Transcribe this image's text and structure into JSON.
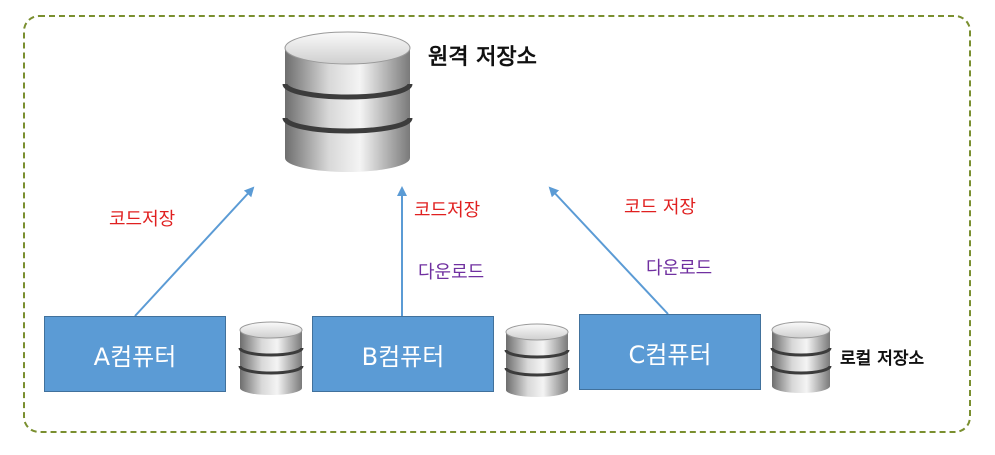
{
  "remote_storage_label": "원격 저장소",
  "local_storage_label": "로컬 저장소",
  "computers": [
    {
      "label": "A컴퓨터",
      "save_label": "코드저장"
    },
    {
      "label": "B컴퓨터",
      "save_label": "코드저장",
      "download_label": "다운로드"
    },
    {
      "label": "C컴퓨터",
      "save_label": "코드 저장",
      "download_label": "다운로드"
    }
  ],
  "colors": {
    "computer_fill": "#5b9bd5",
    "arrow": "#5b9bd5",
    "save_text": "#e02020",
    "download_text": "#7030a0",
    "frame": "#7a8f2f"
  },
  "icons": [
    "database-icon"
  ]
}
